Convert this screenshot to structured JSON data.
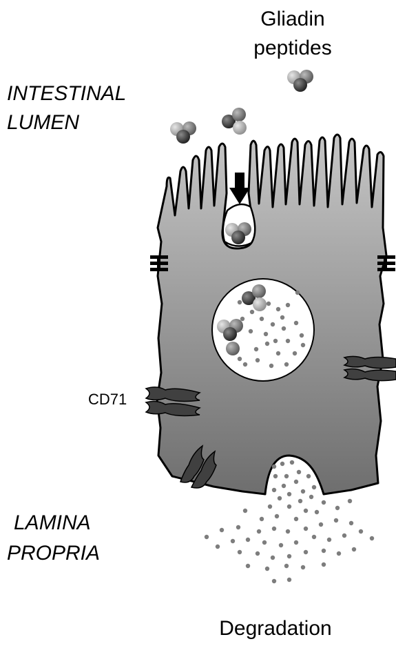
{
  "labels": {
    "gliadin_line1": "Gliadin",
    "gliadin_line2": "peptides",
    "lumen_line1": "INTESTINAL",
    "lumen_line2": "LUMEN",
    "receptor": "CD71",
    "lamina_line1": "LAMINA",
    "lamina_line2": "PROPRIA",
    "degradation": "Degradation"
  },
  "colors": {
    "cell_top": "#c2c2c2",
    "cell_bottom": "#727272",
    "outline": "#000000",
    "nucleus": "#ffffff",
    "dots": "#7d7d7d",
    "receptor_fill": "#404040",
    "peptide_light": "#b8b8b8",
    "peptide_mid": "#8a8a8a",
    "peptide_dark": "#3a3a3a"
  }
}
